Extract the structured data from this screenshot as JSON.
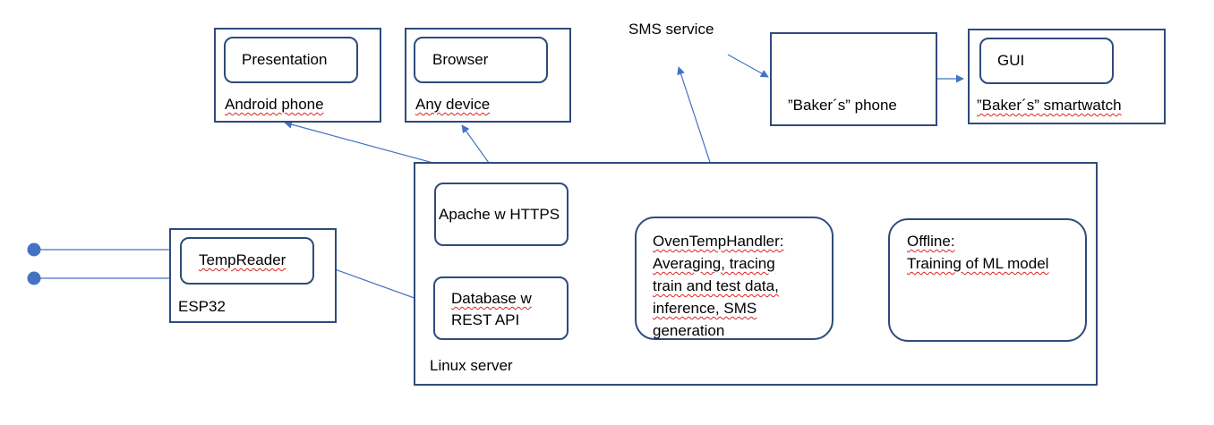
{
  "nodes": {
    "android": {
      "component": "Presentation",
      "container": "Android phone"
    },
    "any_device": {
      "component": "Browser",
      "container": "Any device"
    },
    "sms_service": "SMS service",
    "bakers_phone": "”Baker´s” phone",
    "bakers_watch": {
      "component": "GUI",
      "container": "”Baker´s” smartwatch"
    },
    "linux_server": {
      "container": "Linux server",
      "apache": "Apache w HTTPS",
      "database_line1": "Database w",
      "database_line2": "REST API",
      "oven_handler_lines": [
        "OvenTempHandler:",
        "Averaging, tracing",
        "train and test data,",
        "inference, SMS",
        "generation"
      ],
      "offline_lines": [
        "Offline:",
        "Training of ML model"
      ]
    },
    "esp32": {
      "component": "TempReader",
      "container": "ESP32"
    }
  },
  "colors": {
    "box_border": "#2f4b7c",
    "arrow": "#4472c4",
    "sensor_dot": "#4472c4",
    "spellcheck_underline": "#dd2222"
  }
}
